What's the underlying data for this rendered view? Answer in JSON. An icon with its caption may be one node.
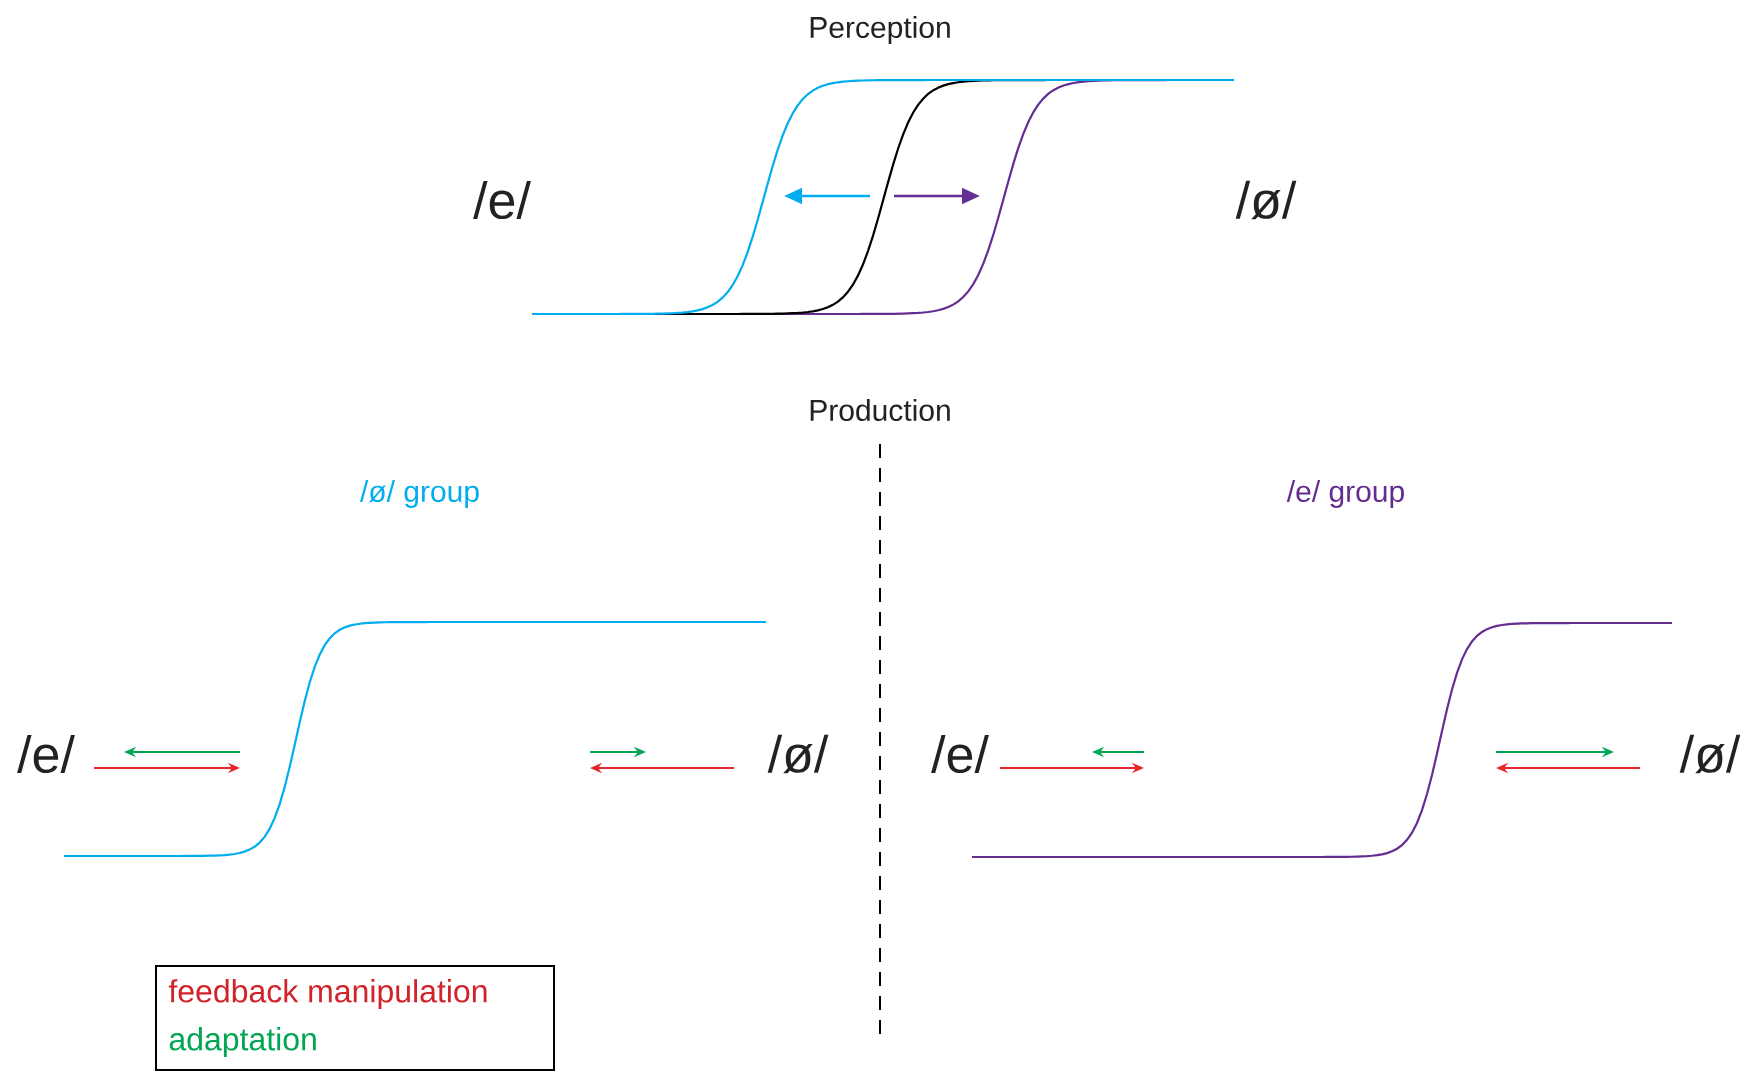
{
  "diagram": {
    "labels": [
      "Perception",
      "/e/",
      "/ø/",
      "Production",
      "/ø/ group",
      "/e/ group",
      "/e/",
      "/ø/",
      "/e/",
      "/ø/"
    ],
    "legend": [
      {
        "text": "feedback manipulation",
        "color": "#d2232a"
      },
      {
        "text": "adaptation",
        "color": "#00a651"
      }
    ]
  }
}
